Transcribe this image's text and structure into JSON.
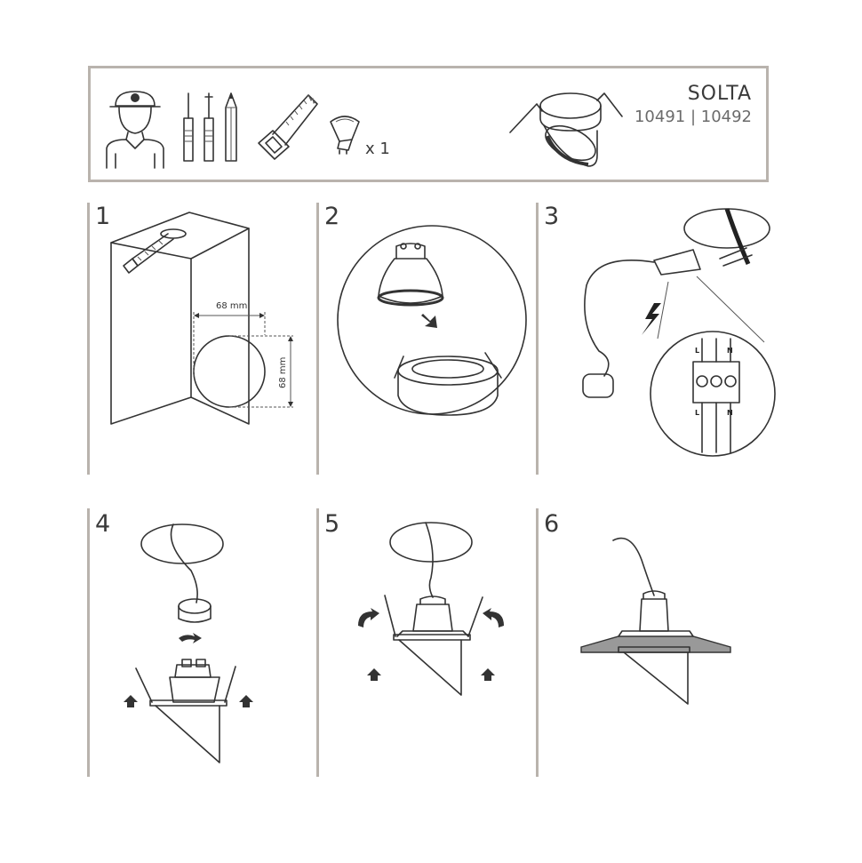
{
  "header": {
    "title": "SOLTA",
    "codes": "10491 | 10492",
    "quantity": "x 1",
    "icons": [
      "installer-person-icon",
      "screwdriver-icon",
      "pencil-icon",
      "hand-saw-icon",
      "gu10-bulb-icon",
      "spotlight-product-icon"
    ]
  },
  "steps": [
    {
      "number": "1",
      "dimension_width": "68 mm",
      "dimension_height": "68 mm"
    },
    {
      "number": "2"
    },
    {
      "number": "3",
      "terminal_top": [
        "L",
        "N"
      ],
      "terminal_bottom": [
        "L",
        "N"
      ]
    },
    {
      "number": "4"
    },
    {
      "number": "5"
    },
    {
      "number": "6"
    }
  ],
  "colors": {
    "frame": "#b9b3ad",
    "line": "#333333"
  }
}
